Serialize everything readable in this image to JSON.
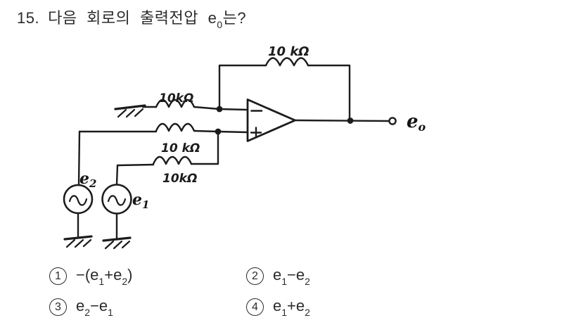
{
  "question": {
    "number": "15.",
    "text_before_sub": "다음 회로의 출력전압 e",
    "sub": "0",
    "text_after_sub": "는?",
    "full_text": "15. 다음 회로의 출력전압 e₀는?"
  },
  "circuit": {
    "resistor_labels": {
      "feedback": "10 kΩ",
      "inverting_input": "10kΩ",
      "noninverting_input_e2": "10 kΩ",
      "noninverting_input_e1": "10kΩ"
    },
    "sources": {
      "e2_base": "e",
      "e2_sub": "2",
      "e1_base": "e",
      "e1_sub": "1"
    },
    "output": {
      "base": "e",
      "sub": "o"
    },
    "opamp": {
      "inverting_sign": "−",
      "noninverting_sign": "+"
    },
    "colors": {
      "ink": "#1c1c1c",
      "paper": "#ffffff"
    }
  },
  "options": [
    {
      "num": "1",
      "text": "−(e₁+e₂)",
      "t1": "−(e",
      "s1": "1",
      "t2": "+e",
      "s2": "2",
      "t3": ")"
    },
    {
      "num": "2",
      "text": "e₁−e₂",
      "t1": "e",
      "s1": "1",
      "t2": "−e",
      "s2": "2",
      "t3": ""
    },
    {
      "num": "3",
      "text": "e₂−e₁",
      "t1": "e",
      "s1": "2",
      "t2": "−e",
      "s2": "1",
      "t3": ""
    },
    {
      "num": "4",
      "text": "e₁+e₂",
      "t1": "e",
      "s1": "1",
      "t2": "+e",
      "s2": "2",
      "t3": ""
    }
  ]
}
